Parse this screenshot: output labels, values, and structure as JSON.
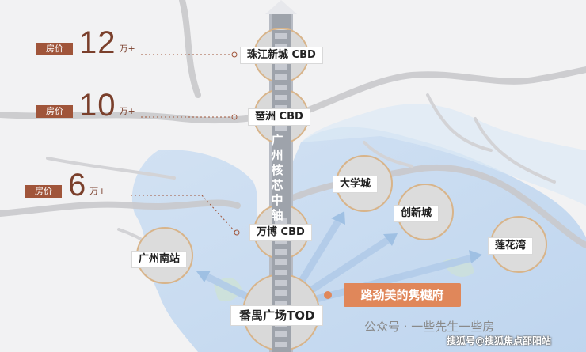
{
  "prices": [
    {
      "label": "房价",
      "value": "12",
      "unit": "万+"
    },
    {
      "label": "房价",
      "value": "10",
      "unit": "万+"
    },
    {
      "label": "房价",
      "value": "6",
      "unit": "万+"
    }
  ],
  "axis_label": "广州核芯中轴",
  "stations": {
    "zhujiang": "珠江新城 CBD",
    "pazhou": "琶洲 CBD",
    "wanbo": "万博 CBD",
    "panyu": "番禺广场TOD",
    "guangzhou_south": "广州南站",
    "university_city": "大学城",
    "innovation_city": "创新城",
    "lianhua_bay": "莲花湾"
  },
  "project": "路劲美的隽樾府",
  "watermark": {
    "line1": "公众号 · 一些先生一些房",
    "line2": "搜狐号@搜狐焦点邵阳站"
  },
  "colors": {
    "accent_brown": "#a0553a",
    "callout_orange": "#e0875a",
    "circle_fill": "#d9d9d9",
    "circle_ring": "#d8b48a",
    "water_blue": "#c5d9ef"
  }
}
